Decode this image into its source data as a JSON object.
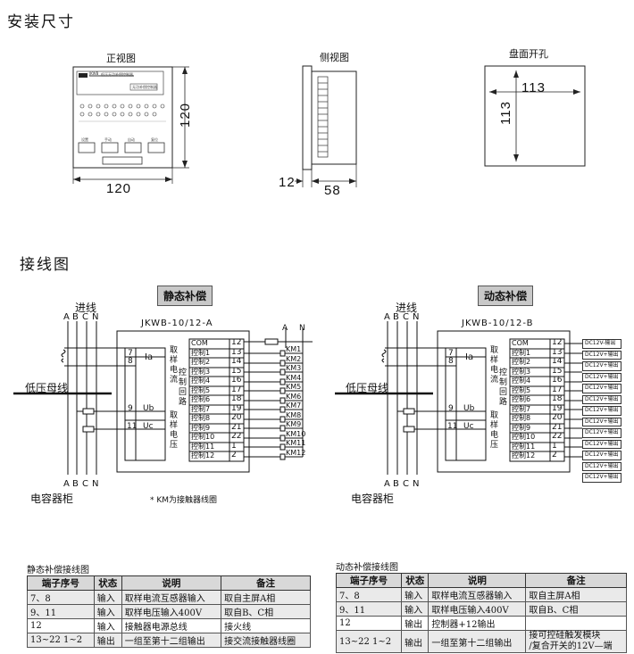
{
  "install": {
    "title": "安装尺寸",
    "front_view": "正视图",
    "side_view": "侧视图",
    "panel_cutout": "盘面开孔",
    "front_width": "120",
    "front_height": "120",
    "side_front": "12",
    "side_depth": "58",
    "cutout_w": "113",
    "cutout_h": "113",
    "device_logo": "JKWB",
    "device_name": "低压无功补偿控制器",
    "display_label": "无功补偿控制器",
    "btn_labels": [
      "设置",
      "手动",
      "自动",
      "复位"
    ]
  },
  "wiring": {
    "title": "接线图",
    "static_tag": "静态补偿",
    "dynamic_tag": "动态补偿",
    "inlet": "进线",
    "phases": [
      "A",
      "B",
      "C",
      "N"
    ],
    "bus": "低压母线",
    "cabinet": "电容器柜",
    "static_model": "JKWB-10/12-A",
    "dynamic_model": "JKWB-10/12-B",
    "ct_terms": [
      "7",
      "8"
    ],
    "ia": "Ia",
    "ub_term": "9",
    "ub": "Ub",
    "uc_term": "11",
    "uc": "Uc",
    "sample_current": "取样电流",
    "sample_voltage": "取样电压",
    "control_loop": "控制回路",
    "static_rows": [
      {
        "name": "COM",
        "num": "12"
      },
      {
        "name": "控制1",
        "num": "13"
      },
      {
        "name": "控制2",
        "num": "14"
      },
      {
        "name": "控制3",
        "num": "15"
      },
      {
        "name": "控制4",
        "num": "16"
      },
      {
        "name": "控制5",
        "num": "17"
      },
      {
        "name": "控制6",
        "num": "18"
      },
      {
        "name": "控制7",
        "num": "19"
      },
      {
        "name": "控制8",
        "num": "20"
      },
      {
        "name": "控制9",
        "num": "21"
      },
      {
        "name": "控制10",
        "num": "22"
      },
      {
        "name": "控制11",
        "num": "1"
      },
      {
        "name": "控制12",
        "num": "2"
      }
    ],
    "km_labels": [
      "KM1",
      "KM2",
      "KM3",
      "KM4",
      "KM5",
      "KM6",
      "KM7",
      "KM8",
      "KM9",
      "KM10",
      "KM11",
      "KM12"
    ],
    "an": [
      "A",
      "N"
    ],
    "km_note": "* KM为接触器线圈",
    "dc_label": "DC12V+输出",
    "dc_first": "DC12V-输出"
  },
  "static_table": {
    "title": "静态补偿接线图",
    "headers": [
      "端子序号",
      "状态",
      "说明",
      "备注"
    ],
    "rows": [
      [
        "7、8",
        "输入",
        "取样电流互感器输入",
        "取自主屏A相"
      ],
      [
        "9、11",
        "输入",
        "取样电压输入400V",
        "取自B、C相"
      ],
      [
        "12",
        "输入",
        "接触器电源总线",
        "接火线"
      ],
      [
        "13~22  1~2",
        "输出",
        "一组至第十二组输出",
        "接交流接触器线圈"
      ]
    ]
  },
  "dynamic_table": {
    "title": "动态补偿接线图",
    "headers": [
      "端子序号",
      "状态",
      "说明",
      "备注"
    ],
    "rows": [
      [
        "7、8",
        "输入",
        "取样电流互感器输入",
        "取自主屏A相"
      ],
      [
        "9、11",
        "输入",
        "取样电压输入400V",
        "取自B、C相"
      ],
      [
        "12",
        "输出",
        "控制器+12输出",
        ""
      ],
      [
        "13~22  1~2",
        "输出",
        "一组至第十二组输出",
        "接可控硅触发模块",
        "/复合开关的12V—端"
      ]
    ]
  }
}
